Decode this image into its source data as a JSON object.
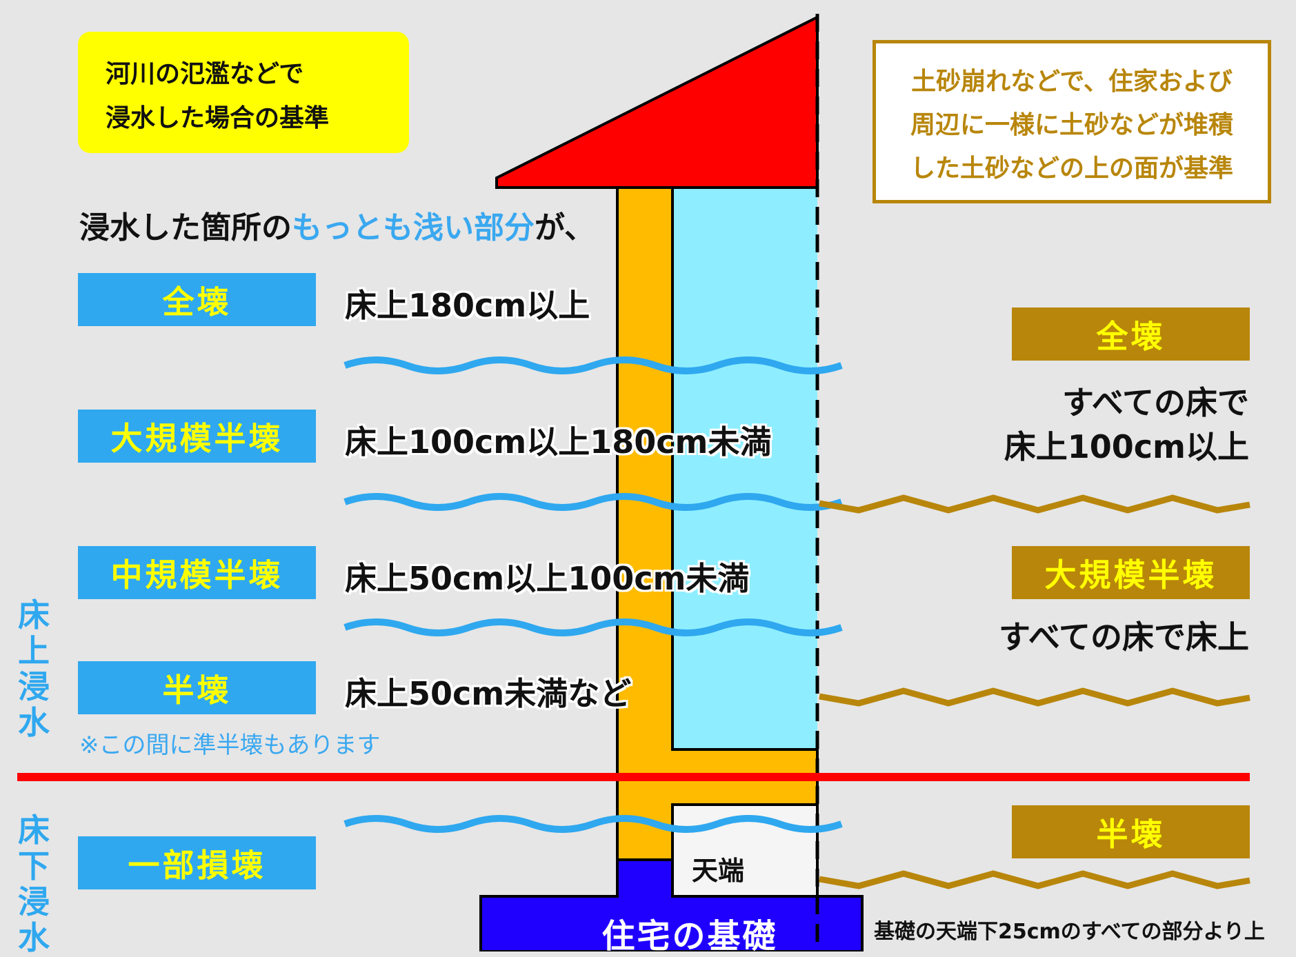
{
  "flood_box": {
    "line1": "河川の氾濫などで",
    "line2": "浸水した場合の基準"
  },
  "sediment_box": {
    "line1": "土砂崩れなどで、住家および",
    "line2": "周辺に一様に土砂などが堆積",
    "line3": "した土砂などの上の面が基準"
  },
  "intro": {
    "pre": "浸水した箇所の",
    "highlight": "もっとも浅い部分",
    "post": "が、"
  },
  "flood_levels": [
    {
      "label": "全壊",
      "condition": "床上180cm以上"
    },
    {
      "label": "大規模半壊",
      "condition": "床上100cm以上180cm未満"
    },
    {
      "label": "中規模半壊",
      "condition": "床上50cm以上100cm未満"
    },
    {
      "label": "半壊",
      "condition": "床上50cm未満など"
    },
    {
      "label": "一部損壊"
    }
  ],
  "note": "※この間に準半壊もあります",
  "side_labels": {
    "above_floor": "床上浸水",
    "below_floor": "床下浸水"
  },
  "sediment_levels": [
    {
      "label": "全壊",
      "condition_line1": "すべての床で",
      "condition_line2": "床上100cm以上"
    },
    {
      "label": "大規模半壊",
      "condition_line1": "すべての床で床上"
    },
    {
      "label": "半壊"
    }
  ],
  "house": {
    "top_edge_label": "天端",
    "foundation_label": "住宅の基礎",
    "foundation_note": "基礎の天端下25cmのすべての部分より上"
  },
  "colors": {
    "roof": "#ff0000",
    "wall": "#ffbb00",
    "interior": "#8eeeff",
    "foundation": "#1f00ff",
    "flood_blue": "#2fa8ef",
    "sediment_gold": "#b8860b",
    "floor_line": "#ff0000"
  }
}
